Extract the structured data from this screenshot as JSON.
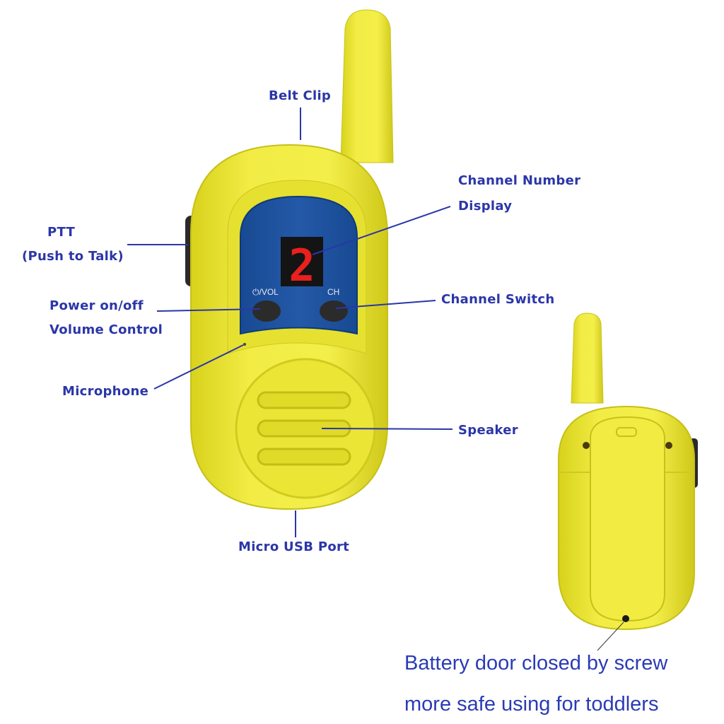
{
  "labels": {
    "belt_clip": "Belt Clip",
    "channel_number_1": "Channel Number",
    "channel_number_2": "Display",
    "ptt_1": "PTT",
    "ptt_2": "(Push to Talk)",
    "power_1": "Power on/off",
    "power_2": "Volume Control",
    "channel_switch": "Channel Switch",
    "microphone": "Microphone",
    "speaker": "Speaker",
    "usb": "Micro USB Port"
  },
  "device": {
    "display_digit": "2",
    "power_button_label": "⏻/VOL",
    "ch_button_label": "CH"
  },
  "caption": {
    "line1": "Battery door closed by screw",
    "line2": "more safe using for toddlers"
  },
  "colors": {
    "label": "#2b36a8",
    "body": "#f0ea3a",
    "panel": "#1f4f9a",
    "digit": "#e8201e"
  }
}
